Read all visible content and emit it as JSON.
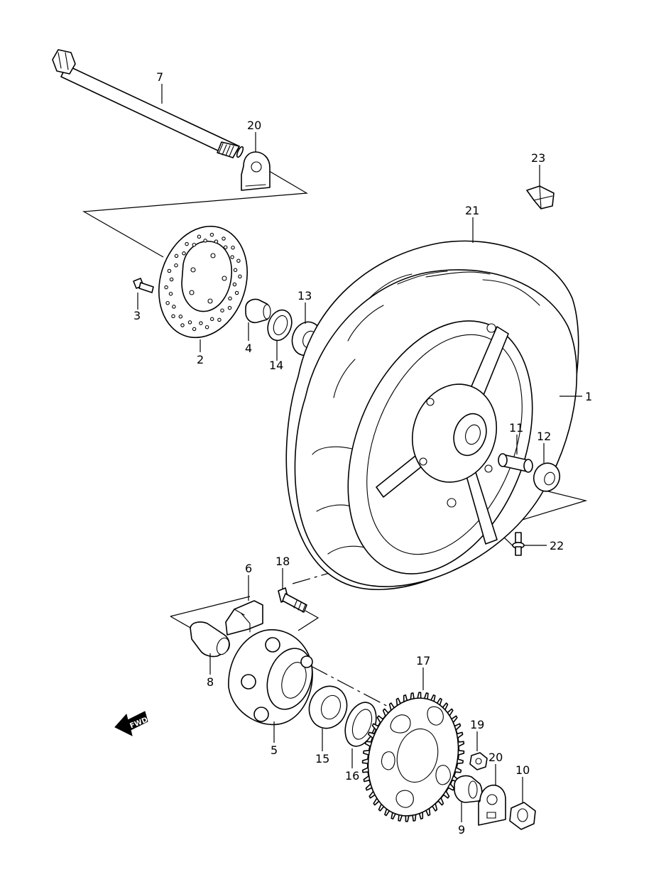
{
  "callouts": [
    {
      "id": "1",
      "label": "1"
    },
    {
      "id": "2",
      "label": "2"
    },
    {
      "id": "3",
      "label": "3"
    },
    {
      "id": "4",
      "label": "4"
    },
    {
      "id": "5",
      "label": "5"
    },
    {
      "id": "6",
      "label": "6"
    },
    {
      "id": "7",
      "label": "7"
    },
    {
      "id": "8",
      "label": "8"
    },
    {
      "id": "9",
      "label": "9"
    },
    {
      "id": "10",
      "label": "10"
    },
    {
      "id": "11",
      "label": "11"
    },
    {
      "id": "12",
      "label": "12"
    },
    {
      "id": "13",
      "label": "13"
    },
    {
      "id": "14",
      "label": "14"
    },
    {
      "id": "15",
      "label": "15"
    },
    {
      "id": "16",
      "label": "16"
    },
    {
      "id": "17",
      "label": "17"
    },
    {
      "id": "18",
      "label": "18"
    },
    {
      "id": "19",
      "label": "19"
    },
    {
      "id": "20a",
      "label": "20"
    },
    {
      "id": "20b",
      "label": "20"
    },
    {
      "id": "21",
      "label": "21"
    },
    {
      "id": "22",
      "label": "22"
    },
    {
      "id": "23",
      "label": "23"
    }
  ],
  "direction_marker": {
    "label": "FWD",
    "icon": "fwd-arrow-icon"
  }
}
